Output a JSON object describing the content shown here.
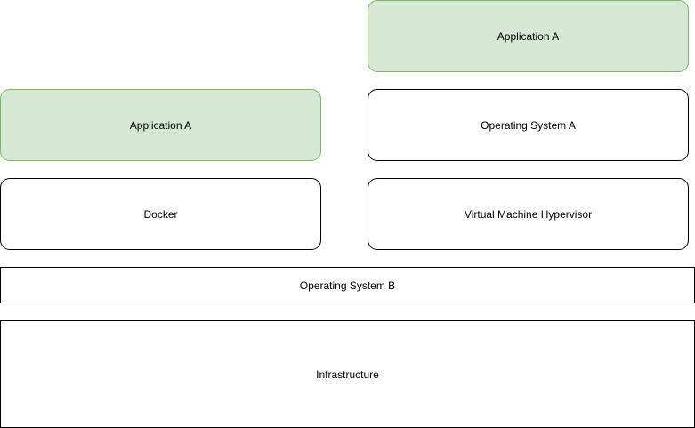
{
  "diagram": {
    "vm_stack": {
      "application": "Application A",
      "guest_os": "Operating System A",
      "hypervisor": "Virtual Machine Hypervisor"
    },
    "docker_stack": {
      "application": "Application A",
      "runtime": "Docker"
    },
    "shared": {
      "host_os": "Operating System B",
      "infrastructure": "Infrastructure"
    },
    "colors": {
      "application_fill": "#d5e8d4",
      "application_stroke": "#82b366",
      "default_fill": "#ffffff",
      "default_stroke": "#000000"
    }
  }
}
